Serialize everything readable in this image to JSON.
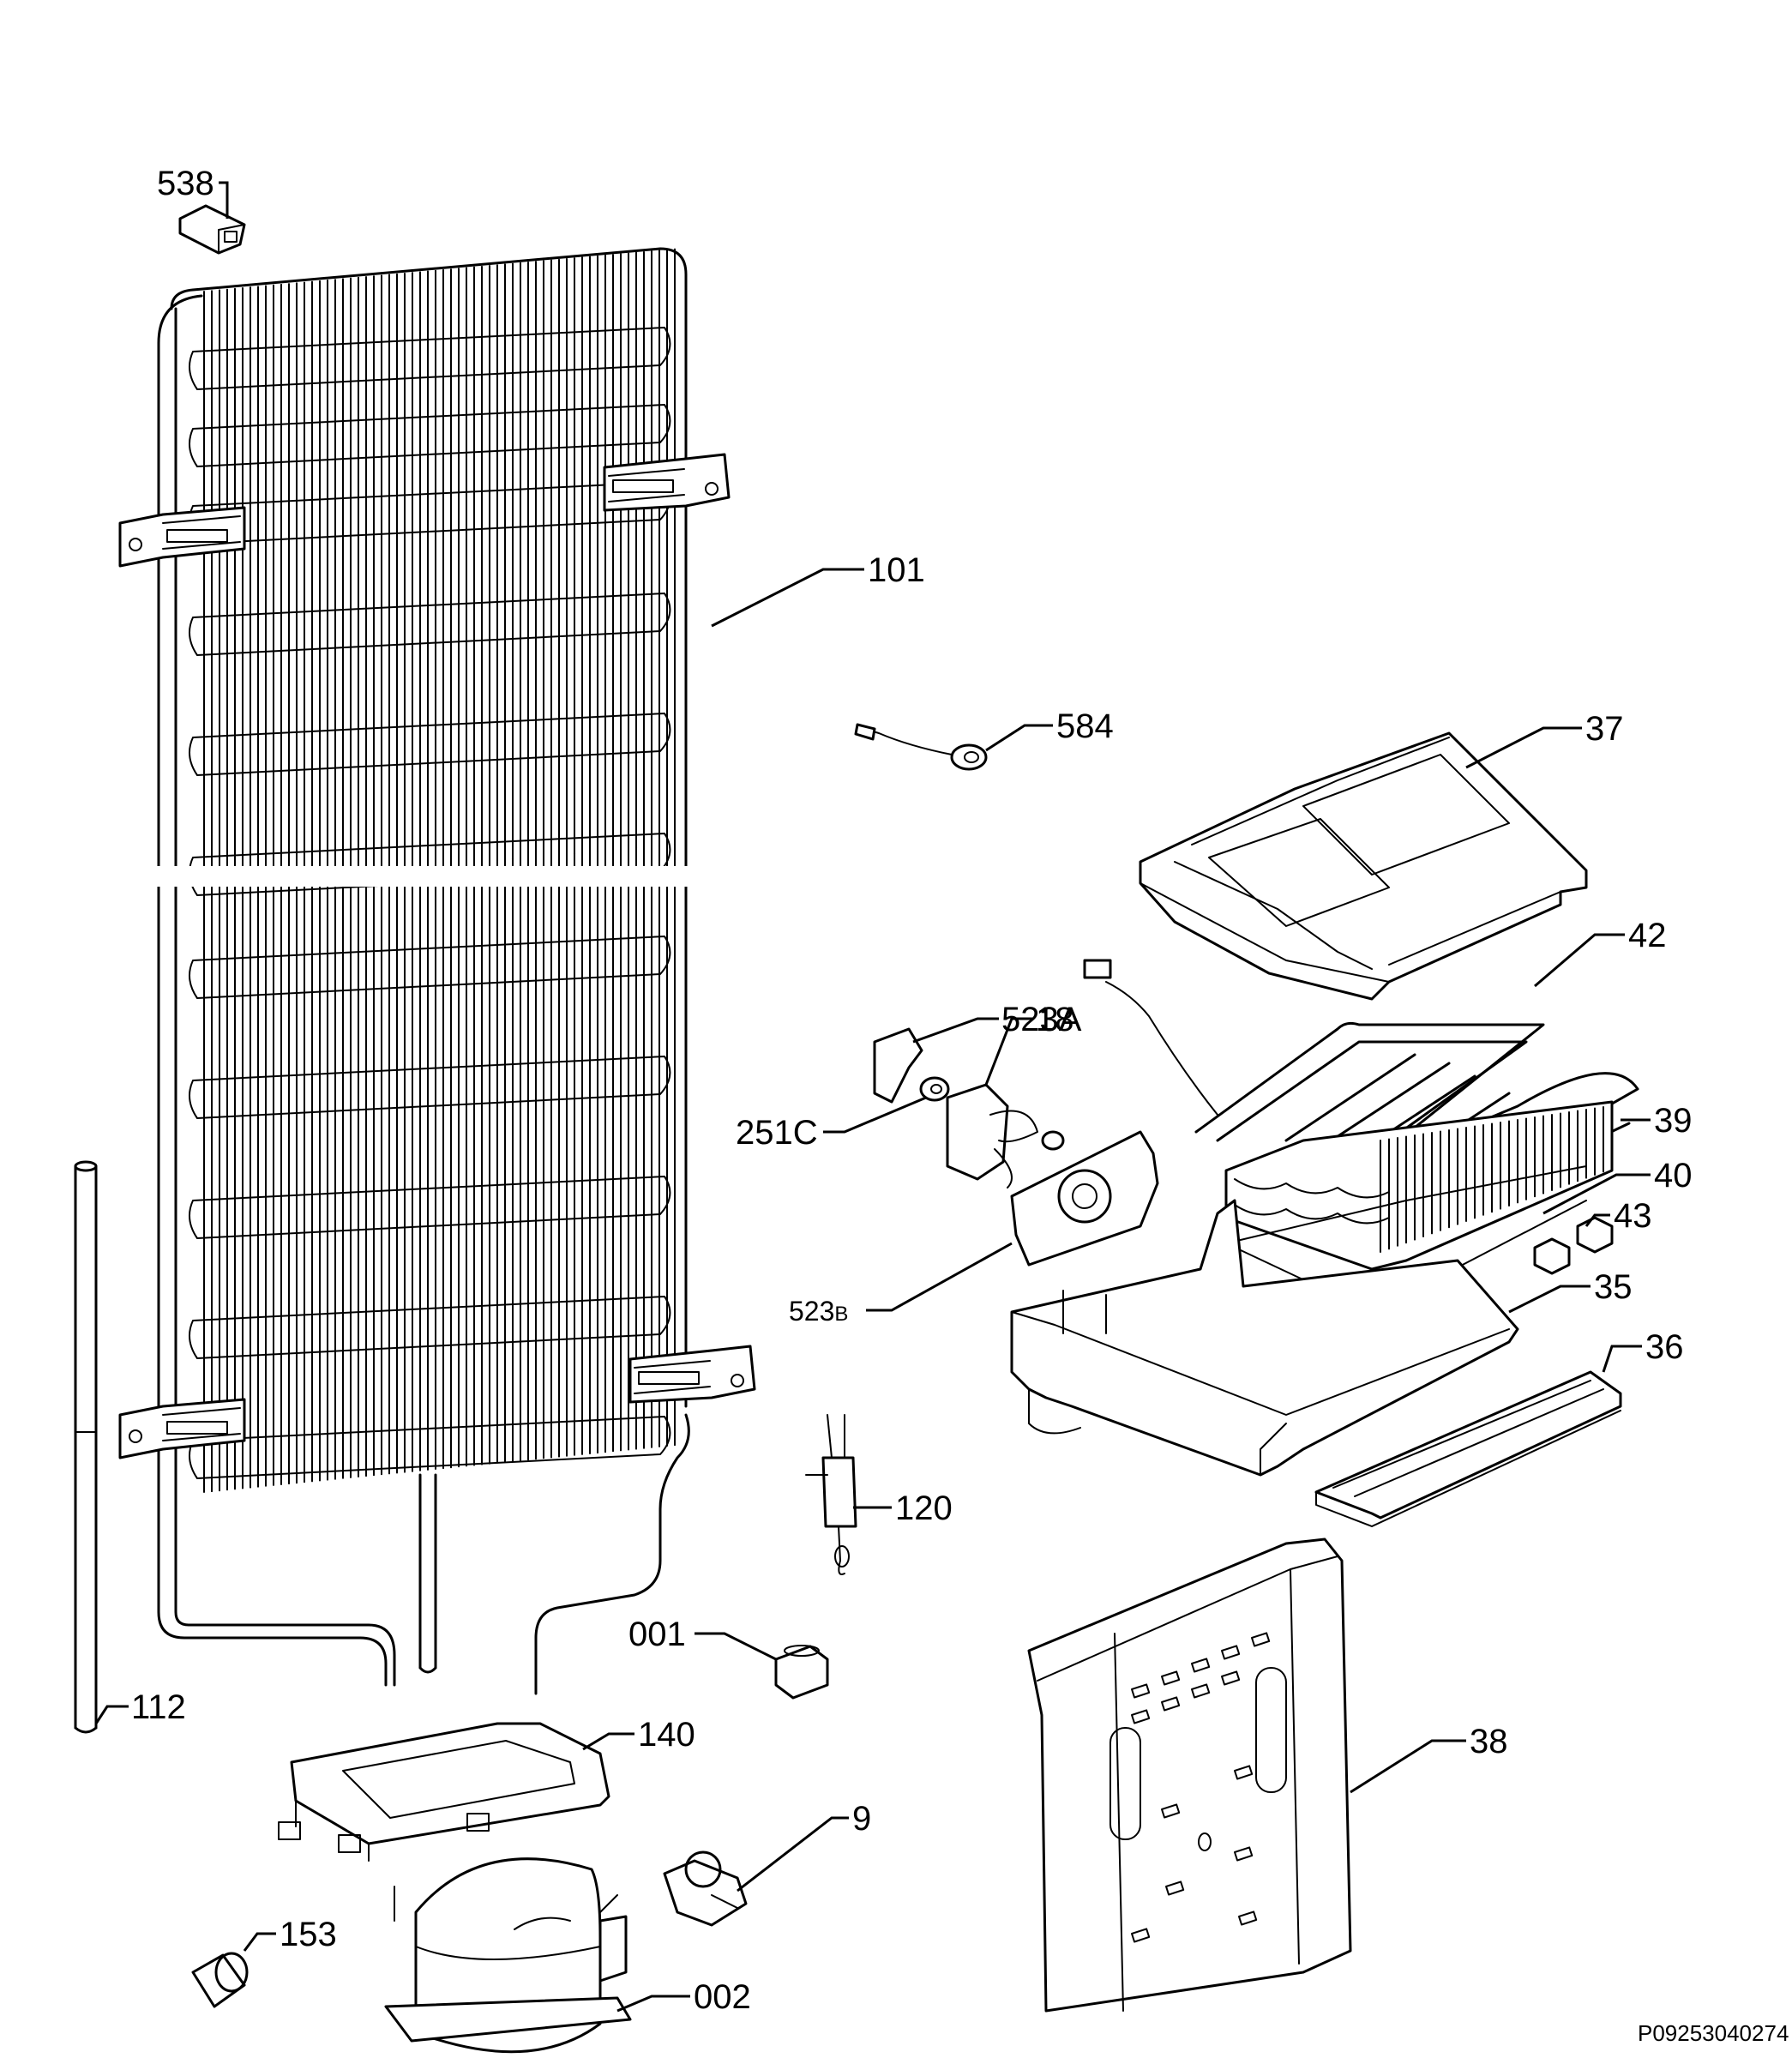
{
  "document_id": "P09253040274",
  "parts": [
    {
      "key": "p538",
      "label": "538"
    },
    {
      "key": "p101",
      "label": "101"
    },
    {
      "key": "p584",
      "label": "584"
    },
    {
      "key": "p37",
      "label": "37"
    },
    {
      "key": "p42",
      "label": "42"
    },
    {
      "key": "p523a",
      "label": "523",
      "suffix": "A"
    },
    {
      "key": "p18",
      "label": "18"
    },
    {
      "key": "p251c",
      "label": "251",
      "suffix": "C"
    },
    {
      "key": "p39",
      "label": "39"
    },
    {
      "key": "p40",
      "label": "40"
    },
    {
      "key": "p43",
      "label": "43"
    },
    {
      "key": "p523b",
      "label": "523",
      "suffix": "B"
    },
    {
      "key": "p35",
      "label": "35"
    },
    {
      "key": "p36",
      "label": "36"
    },
    {
      "key": "p120",
      "label": "120"
    },
    {
      "key": "p001",
      "label": "001"
    },
    {
      "key": "p112",
      "label": "112"
    },
    {
      "key": "p140",
      "label": "140"
    },
    {
      "key": "p9",
      "label": "9"
    },
    {
      "key": "p38",
      "label": "38"
    },
    {
      "key": "p153",
      "label": "153"
    },
    {
      "key": "p002",
      "label": "002"
    }
  ]
}
